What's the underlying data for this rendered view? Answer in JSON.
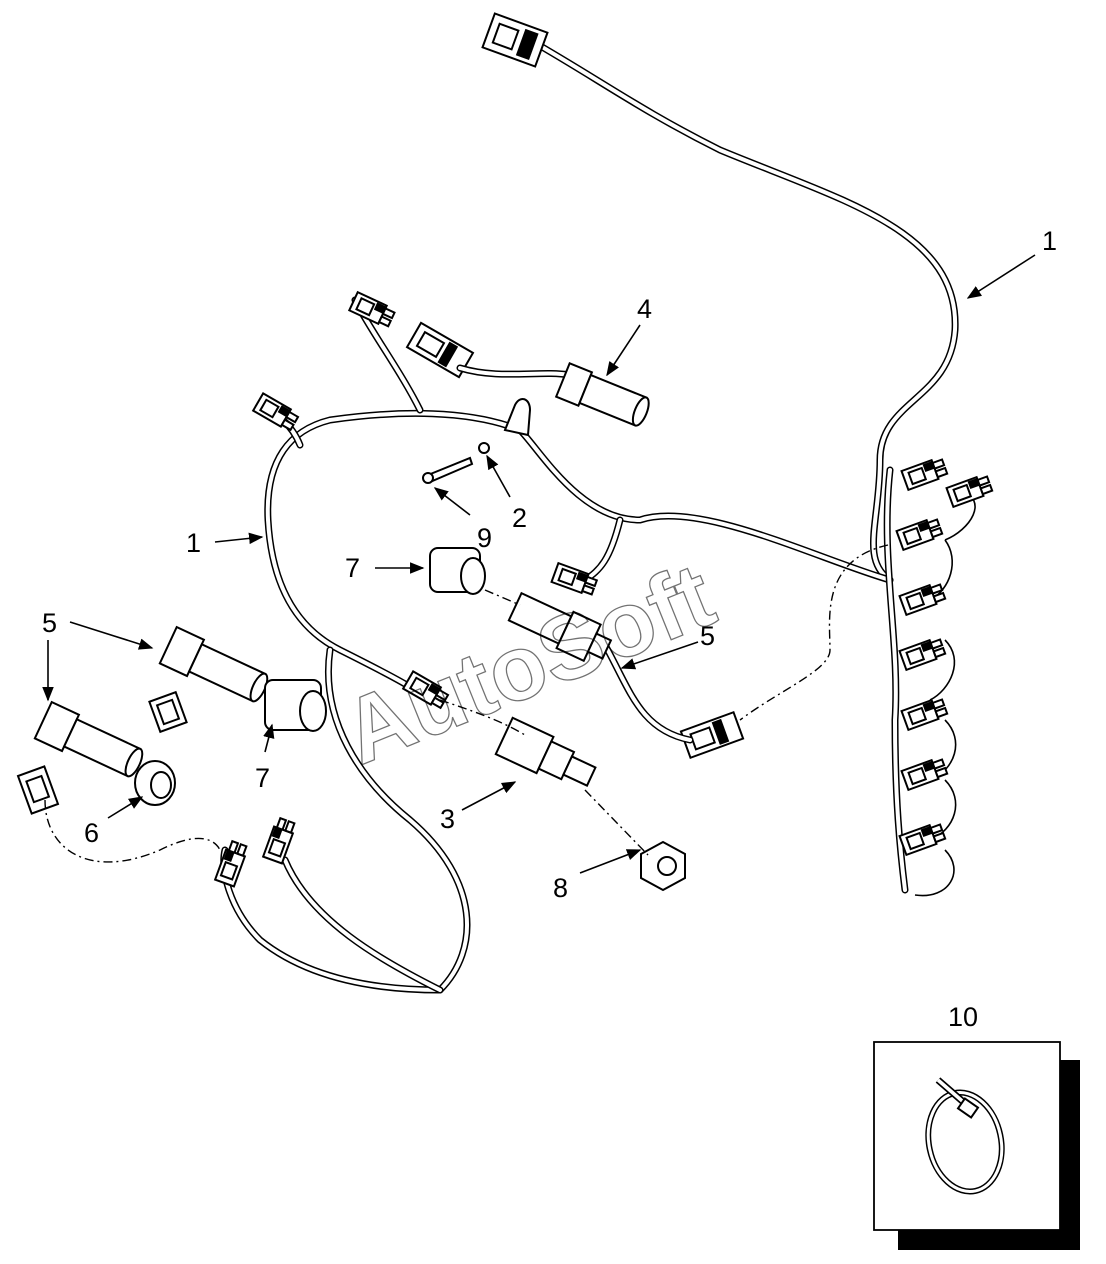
{
  "watermark": "AutoSoft",
  "callouts": [
    {
      "id": "c1a",
      "label": "1"
    },
    {
      "id": "c1b",
      "label": "1"
    },
    {
      "id": "c2",
      "label": "2"
    },
    {
      "id": "c3",
      "label": "3"
    },
    {
      "id": "c4",
      "label": "4"
    },
    {
      "id": "c5a",
      "label": "5"
    },
    {
      "id": "c5b",
      "label": "5"
    },
    {
      "id": "c6",
      "label": "6"
    },
    {
      "id": "c7a",
      "label": "7"
    },
    {
      "id": "c7b",
      "label": "7"
    },
    {
      "id": "c8",
      "label": "8"
    },
    {
      "id": "c9",
      "label": "9"
    },
    {
      "id": "c10",
      "label": "10"
    }
  ]
}
